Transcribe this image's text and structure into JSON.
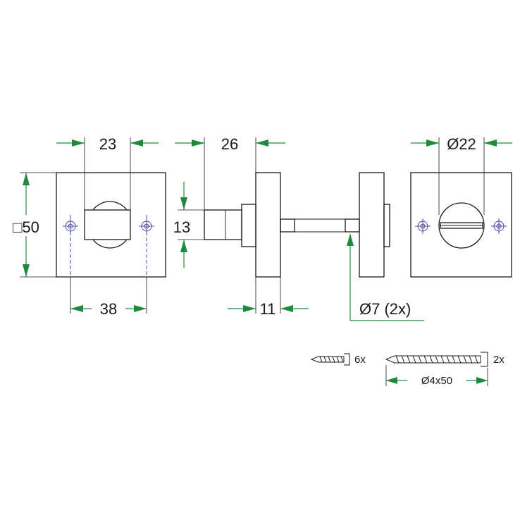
{
  "dimensions": {
    "width_23": "23",
    "length_26": "26",
    "diameter_22": "Ø22",
    "square_50": "□50",
    "height_13": "13",
    "spacing_38": "38",
    "thickness_11": "11",
    "pin_diameter": "Ø7 (2x)"
  },
  "screws": {
    "short_qty": "6x",
    "long_qty": "2x",
    "long_size": "Ø4x50"
  },
  "colors": {
    "dimension": "#1d8a3c",
    "outline": "#1a1a1a",
    "hidden": "#4a4aa8"
  }
}
